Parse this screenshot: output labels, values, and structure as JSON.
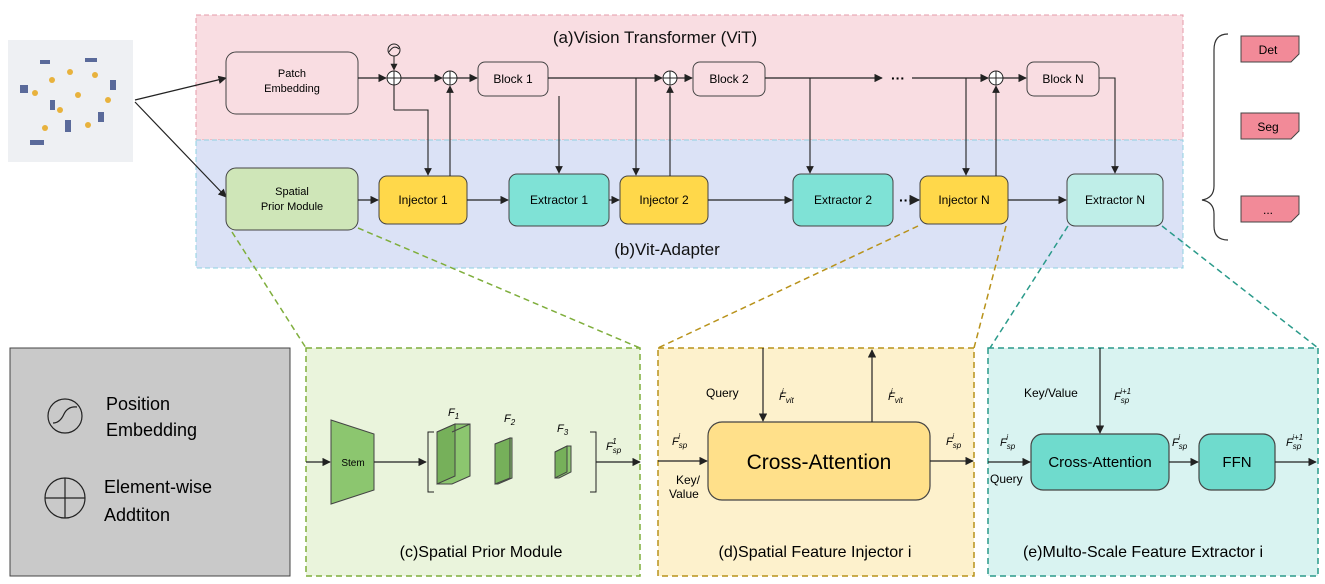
{
  "vit": {
    "title": "(a)Vision Transformer  (ViT)",
    "patch_embedding": [
      "Patch",
      "Embedding"
    ],
    "block1": "Block 1",
    "block2": "Block 2",
    "blockN": "Block N",
    "ellipsis": "···"
  },
  "adapter": {
    "title": "(b)Vit-Adapter",
    "spm": [
      "Spatial",
      "Prior Module"
    ],
    "injector1": "Injector 1",
    "extractor1": "Extractor 1",
    "injector2": "Injector 2",
    "extractor2": "Extractor 2",
    "injectorN": "Injector N",
    "extractorN": "Extractor N",
    "ellipsis": "···"
  },
  "tasks": [
    "Det",
    "Seg",
    "..."
  ],
  "legend": {
    "pos_embedding": [
      "Position",
      "Embedding"
    ],
    "elementwise": [
      "Element-wise",
      "Addtiton"
    ]
  },
  "spm_detail": {
    "title": "(c)Spatial Prior Module",
    "stem": "Stem",
    "f1": "F",
    "f1_sub": "1",
    "f2": "F",
    "f2_sub": "2",
    "f3": "F",
    "f3_sub": "3",
    "out": "F",
    "out_sub": "sp",
    "out_sup": "1"
  },
  "injector_detail": {
    "title": "(d)Spatial  Feature Injector i",
    "cross_attention": "Cross-Attention",
    "query": "Query",
    "key_value": [
      "Key/",
      "Value"
    ],
    "fvit_in": "F",
    "fvit_in_sub": "vit",
    "fvit_in_sup": "i",
    "fvit_out": "F",
    "fvit_out_sub": "vit",
    "fvit_out_sup": "i",
    "fsp_in": "F",
    "fsp_in_sub": "sp",
    "fsp_in_sup": "i",
    "fsp_out": "F",
    "fsp_out_sub": "sp",
    "fsp_out_sup": "i"
  },
  "extractor_detail": {
    "title": "(e)Multo-Scale Feature Extractor i",
    "cross_attention": "Cross-Attention",
    "ffn": "FFN",
    "key_value": "Key/Value",
    "query": "Query",
    "fsp_top": "F",
    "fsp_top_sub": "sp",
    "fsp_top_sup": "i+1",
    "fsp_in": "F",
    "fsp_in_sub": "sp",
    "fsp_in_sup": "i",
    "fsp_mid": "F",
    "fsp_mid_sub": "sp",
    "fsp_mid_sup": "i",
    "fsp_out": "F",
    "fsp_out_sub": "sp",
    "fsp_out_sup": "i+1"
  },
  "colors": {
    "vit_panel": "#f9dde2",
    "adapter_panel": "#dbe2f6",
    "spm_fill": "#cfe6b8",
    "injector_fill": "#ffd84a",
    "extractor_fill": "#7fe2d6",
    "task_fill": "#f28a98",
    "legend_fill": "#c9c9c9",
    "panel_c": "#eaf4dc",
    "panel_d": "#fdf1cc",
    "panel_e": "#d9f3f1",
    "cube": "#8cc66f"
  }
}
